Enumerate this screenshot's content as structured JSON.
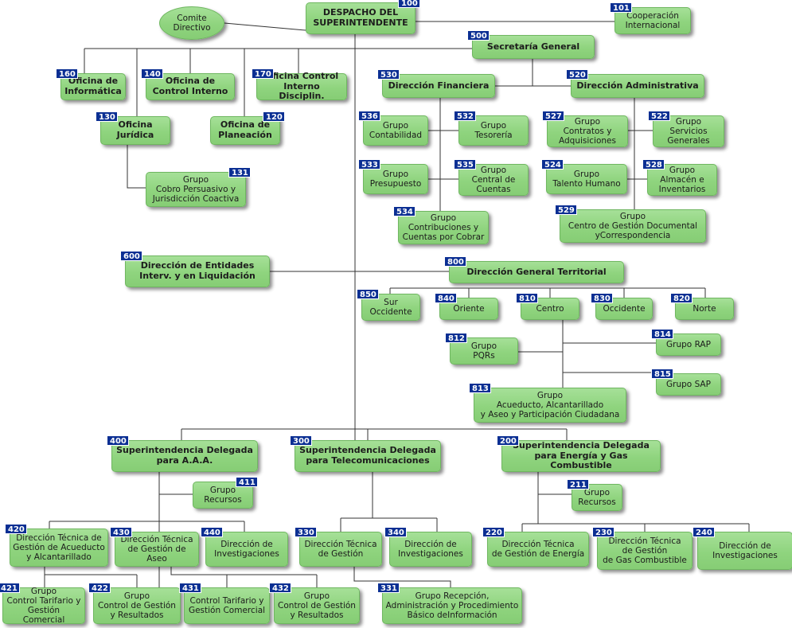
{
  "colors": {
    "box": "#8fd47e",
    "box_border": "#6fb760",
    "line": "#333333",
    "code_bg": "#0b2f93",
    "code_fg": "#ffffff"
  },
  "nodes": {
    "n100": {
      "code": "100",
      "label": "DESPACHO DEL\nSUPERINTENDENTE"
    },
    "comite": {
      "label": "Comite\nDirectivo"
    },
    "n101": {
      "code": "101",
      "label": "Cooperación\nInternacional"
    },
    "n500": {
      "code": "500",
      "label": "Secretaría General"
    },
    "n160": {
      "code": "160",
      "label": "Oficina de\nInformática"
    },
    "n140": {
      "code": "140",
      "label": "Oficina de\nControl Interno"
    },
    "n170": {
      "code": "170",
      "label": "Oficina Control\nInterno Disciplin."
    },
    "n130": {
      "code": "130",
      "label": "Oficina\nJurídica"
    },
    "n120": {
      "code": "120",
      "label": "Oficina de\nPlaneación"
    },
    "n131": {
      "code": "131",
      "label": "Grupo\nCobro Persuasivo y\nJurisdicción Coactiva"
    },
    "n530": {
      "code": "530",
      "label": "Dirección Financiera"
    },
    "n520": {
      "code": "520",
      "label": "Dirección Administrativa"
    },
    "n536": {
      "code": "536",
      "label": "Grupo\nContabilidad"
    },
    "n532": {
      "code": "532",
      "label": "Grupo\nTesorería"
    },
    "n533": {
      "code": "533",
      "label": "Grupo\nPresupuesto"
    },
    "n535": {
      "code": "535",
      "label": "Grupo\nCentral de\nCuentas"
    },
    "n534": {
      "code": "534",
      "label": "Grupo\nContribuciones y\nCuentas por Cobrar"
    },
    "n527": {
      "code": "527",
      "label": "Grupo\nContratos y\nAdquisiciones"
    },
    "n522": {
      "code": "522",
      "label": "Grupo\nServicios\nGenerales"
    },
    "n524": {
      "code": "524",
      "label": "Grupo\nTalento Humano"
    },
    "n528": {
      "code": "528",
      "label": "Grupo\nAlmacén e\nInventarios"
    },
    "n529": {
      "code": "529",
      "label": "Grupo\nCentro de Gestión Documental\nyCorrespondencia"
    },
    "n600": {
      "code": "600",
      "label": "Dirección de Entidades\nInterv. y en Liquidación"
    },
    "n800": {
      "code": "800",
      "label": "Dirección General Territorial"
    },
    "n850": {
      "code": "850",
      "label": "Sur\nOccidente"
    },
    "n840": {
      "code": "840",
      "label": "Oriente"
    },
    "n810": {
      "code": "810",
      "label": "Centro"
    },
    "n830": {
      "code": "830",
      "label": "Occidente"
    },
    "n820": {
      "code": "820",
      "label": "Norte"
    },
    "n812": {
      "code": "812",
      "label": "Grupo\nPQRs"
    },
    "n814": {
      "code": "814",
      "label": "Grupo RAP"
    },
    "n815": {
      "code": "815",
      "label": "Grupo SAP"
    },
    "n813": {
      "code": "813",
      "label": "Grupo\nAcueducto, Alcantarillado\ny Aseo y Participación Ciudadana"
    },
    "n400": {
      "code": "400",
      "label": "Superintendencia Delegada\npara A.A.A."
    },
    "n300": {
      "code": "300",
      "label": "Superintendencia Delegada\npara Telecomunicaciones"
    },
    "n200": {
      "code": "200",
      "label": "Superintendencia Delegada\npara Energía y Gas Combustible"
    },
    "n411": {
      "code": "411",
      "label": "Grupo\nRecursos"
    },
    "n211": {
      "code": "211",
      "label": "Grupo\nRecursos"
    },
    "n420": {
      "code": "420",
      "label": "Dirección Técnica de\nGestión de Acueducto\ny Alcantarillado"
    },
    "n430": {
      "code": "430",
      "label": "Dirección Técnica\nde Gestión de Aseo"
    },
    "n440": {
      "code": "440",
      "label": "Dirección de\nInvestigaciones"
    },
    "n330": {
      "code": "330",
      "label": "Dirección Técnica\nde Gestión"
    },
    "n340": {
      "code": "340",
      "label": "Dirección de\nInvestigaciones"
    },
    "n220": {
      "code": "220",
      "label": "Dirección Técnica\nde Gestión de Energía"
    },
    "n230": {
      "code": "230",
      "label": "Dirección Técnica\nde Gestión\nde Gas Combustible"
    },
    "n240": {
      "code": "240",
      "label": "Dirección de\nInvestigaciones"
    },
    "n421": {
      "code": "421",
      "label": "Grupo\nControl Tarifario y\nGestión Comercial"
    },
    "n422": {
      "code": "422",
      "label": "Grupo\nControl de Gestión\ny Resultados"
    },
    "n431": {
      "code": "431",
      "label": "Control Tarifario y\nGestión Comercial"
    },
    "n432": {
      "code": "432",
      "label": "Grupo\nControl de Gestión\ny Resultados"
    },
    "n331": {
      "code": "331",
      "label": "Grupo Recepción,\nAdministración y Procedimiento\nBásico deInformación"
    }
  }
}
